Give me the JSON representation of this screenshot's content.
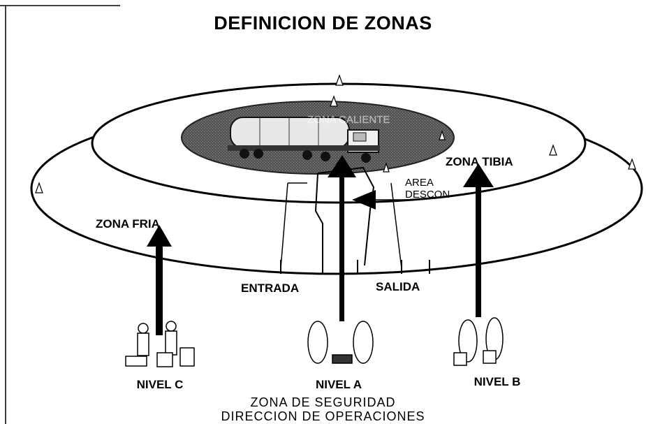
{
  "title": "DEFINICION DE ZONAS",
  "zones": {
    "hot": "ZONA CALIENTE",
    "warm": "ZONA TIBIA",
    "cold": "ZONA FRIA"
  },
  "decon_area": [
    "AREA",
    "DESCON"
  ],
  "corridor": {
    "entry": "ENTRADA",
    "exit": "SALIDA"
  },
  "levels": {
    "c": "NIVEL C",
    "a": "NIVEL A",
    "b": "NIVEL B"
  },
  "footer": [
    "ZONA DE SEGURIDAD",
    "DIRECCION DE OPERACIONES"
  ]
}
